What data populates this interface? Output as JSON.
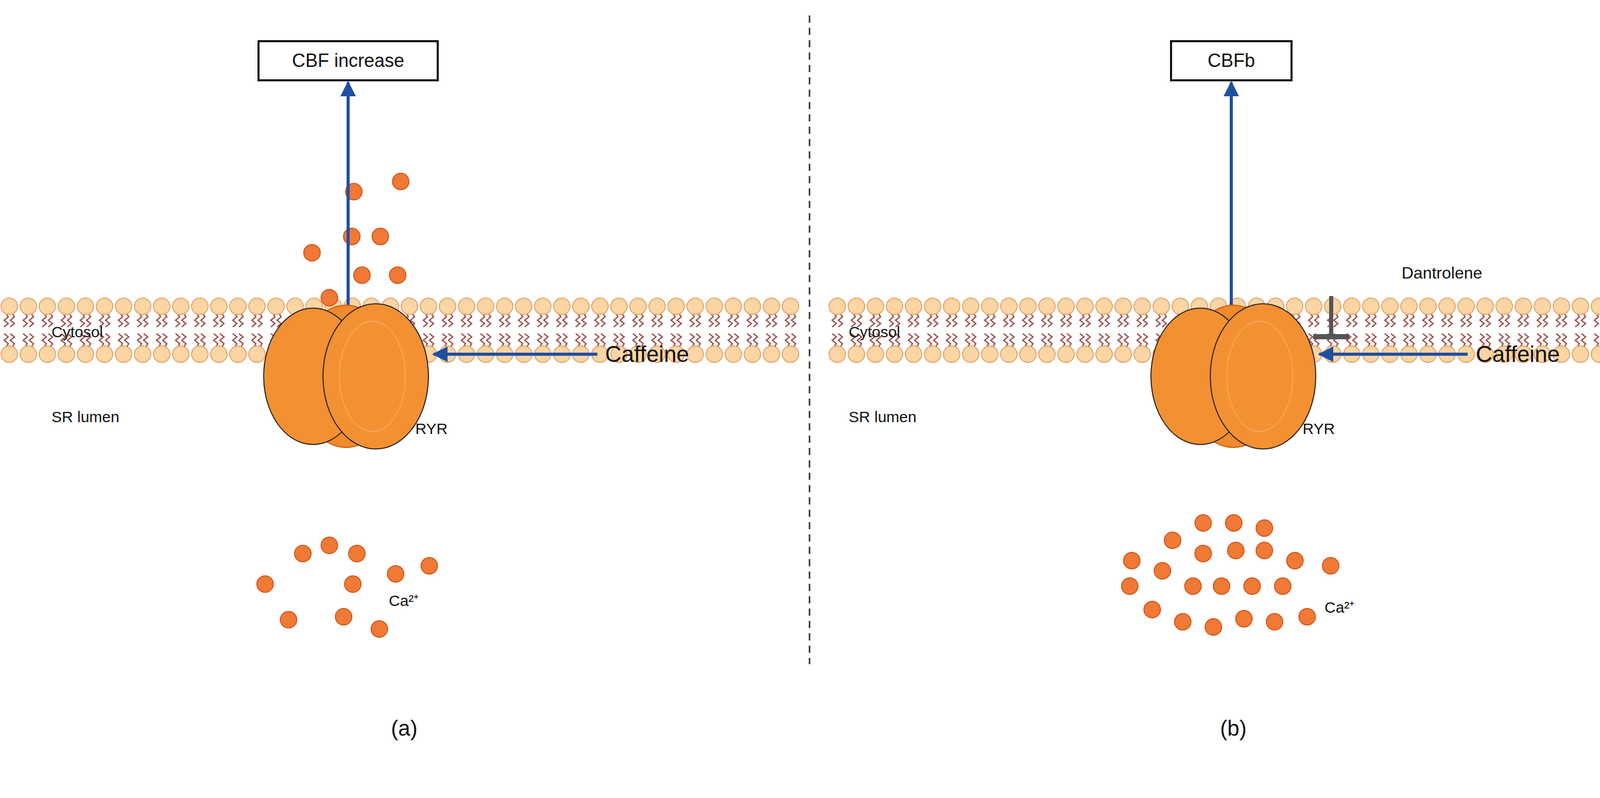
{
  "diagram": {
    "nodes": [
      {
        "text": [
          "CBF increase"
        ]
      },
      {
        "text": [
          "RYR"
        ]
      },
      {
        "text": [
          "CBFb"
        ]
      },
      {
        "text": [
          "RYR"
        ]
      }
    ],
    "edges": [
      {
        "from": 1,
        "to": 0,
        "arrow": "to"
      },
      {
        "from": 3,
        "to": 2,
        "arrow": "to"
      }
    ],
    "labels": [
      "Cytosol",
      "SR lumen",
      "Caffeine",
      "Ca²⁺",
      "(a)",
      "Cytosol",
      "SR lumen",
      "Caffeine",
      "Ca²⁺",
      "Dantrolene",
      "(b)"
    ]
  }
}
